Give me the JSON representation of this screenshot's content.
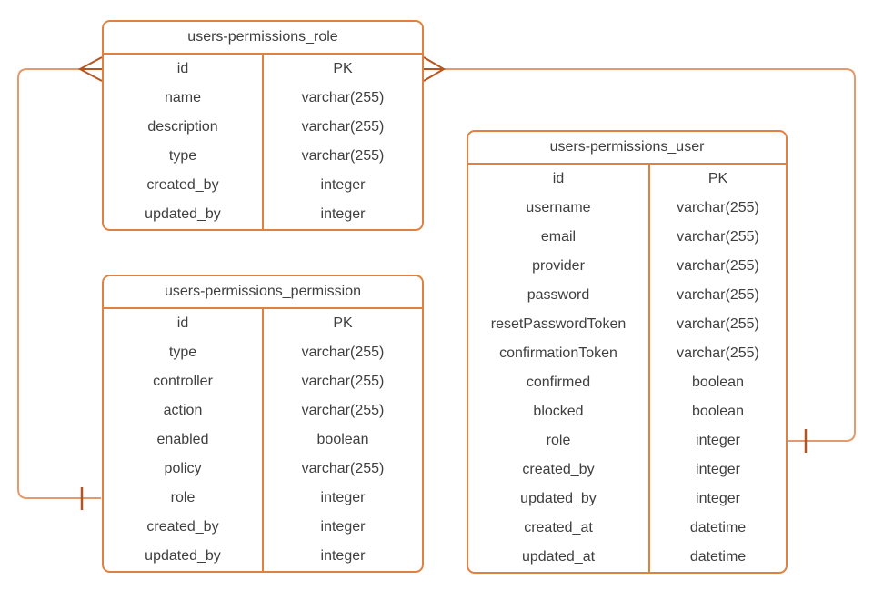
{
  "diagram": {
    "colors": {
      "background": "#ffffff",
      "entity_border": "#e0813f",
      "connector_line": "#e49a6c",
      "cardinality_marker": "#b5541c",
      "text": "#3f3f3f"
    },
    "entities": [
      {
        "title": "users-permissions_role",
        "rows": [
          {
            "field": "id",
            "type": "PK"
          },
          {
            "field": "name",
            "type": "varchar(255)"
          },
          {
            "field": "description",
            "type": "varchar(255)"
          },
          {
            "field": "type",
            "type": "varchar(255)"
          },
          {
            "field": "created_by",
            "type": "integer"
          },
          {
            "field": "updated_by",
            "type": "integer"
          }
        ]
      },
      {
        "title": "users-permissions_permission",
        "rows": [
          {
            "field": "id",
            "type": "PK"
          },
          {
            "field": "type",
            "type": "varchar(255)"
          },
          {
            "field": "controller",
            "type": "varchar(255)"
          },
          {
            "field": "action",
            "type": "varchar(255)"
          },
          {
            "field": "enabled",
            "type": "boolean"
          },
          {
            "field": "policy",
            "type": "varchar(255)"
          },
          {
            "field": "role",
            "type": "integer"
          },
          {
            "field": "created_by",
            "type": "integer"
          },
          {
            "field": "updated_by",
            "type": "integer"
          }
        ]
      },
      {
        "title": "users-permissions_user",
        "rows": [
          {
            "field": "id",
            "type": "PK"
          },
          {
            "field": "username",
            "type": "varchar(255)"
          },
          {
            "field": "email",
            "type": "varchar(255)"
          },
          {
            "field": "provider",
            "type": "varchar(255)"
          },
          {
            "field": "password",
            "type": "varchar(255)"
          },
          {
            "field": "resetPasswordToken",
            "type": "varchar(255)"
          },
          {
            "field": "confirmationToken",
            "type": "varchar(255)"
          },
          {
            "field": "confirmed",
            "type": "boolean"
          },
          {
            "field": "blocked",
            "type": "boolean"
          },
          {
            "field": "role",
            "type": "integer"
          },
          {
            "field": "created_by",
            "type": "integer"
          },
          {
            "field": "updated_by",
            "type": "integer"
          },
          {
            "field": "created_at",
            "type": "datetime"
          },
          {
            "field": "updated_at",
            "type": "datetime"
          }
        ]
      }
    ],
    "relationships": [
      {
        "from_entity": "users-permissions_role",
        "from_field": "id",
        "from_cardinality": "many",
        "to_entity": "users-permissions_permission",
        "to_field": "role",
        "to_cardinality": "one"
      },
      {
        "from_entity": "users-permissions_role",
        "from_field": "id",
        "from_cardinality": "many",
        "to_entity": "users-permissions_user",
        "to_field": "role",
        "to_cardinality": "one"
      }
    ]
  }
}
